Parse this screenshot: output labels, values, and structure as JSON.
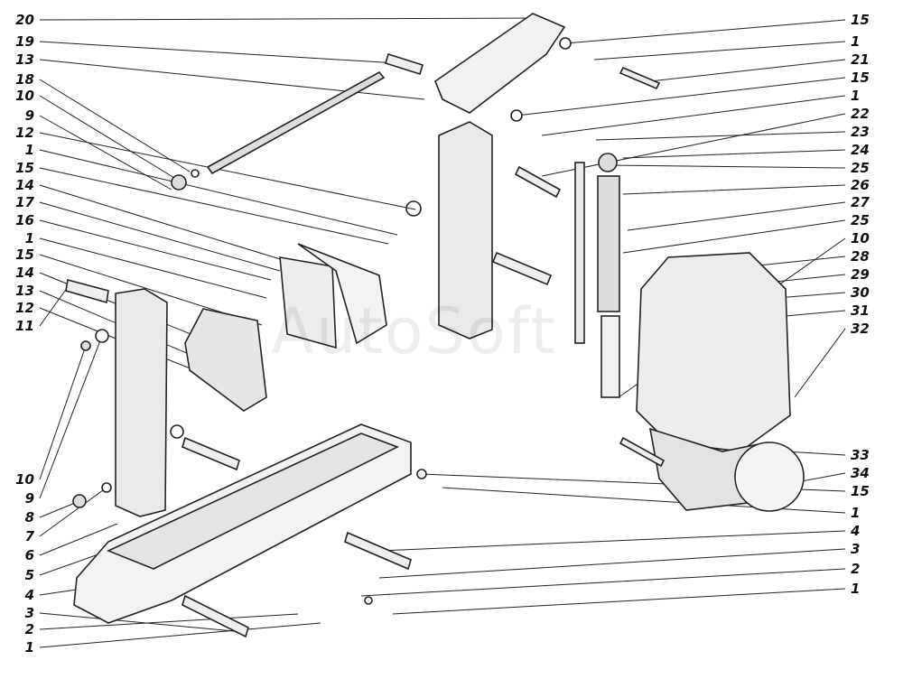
{
  "watermark": "AutoSoft",
  "labels_left": [
    "20",
    "19",
    "13",
    "18",
    "10",
    "9",
    "12",
    "1",
    "15",
    "14",
    "17",
    "16",
    "1",
    "15",
    "14",
    "13",
    "12",
    "11",
    "10",
    "9",
    "8",
    "7",
    "6",
    "5",
    "4",
    "3",
    "2",
    "1"
  ],
  "labels_right": [
    "15",
    "1",
    "21",
    "15",
    "1",
    "22",
    "23",
    "24",
    "25",
    "26",
    "27",
    "25",
    "10",
    "28",
    "29",
    "30",
    "31",
    "32",
    "33",
    "34",
    "15",
    "1",
    "4",
    "3",
    "2",
    "1"
  ]
}
